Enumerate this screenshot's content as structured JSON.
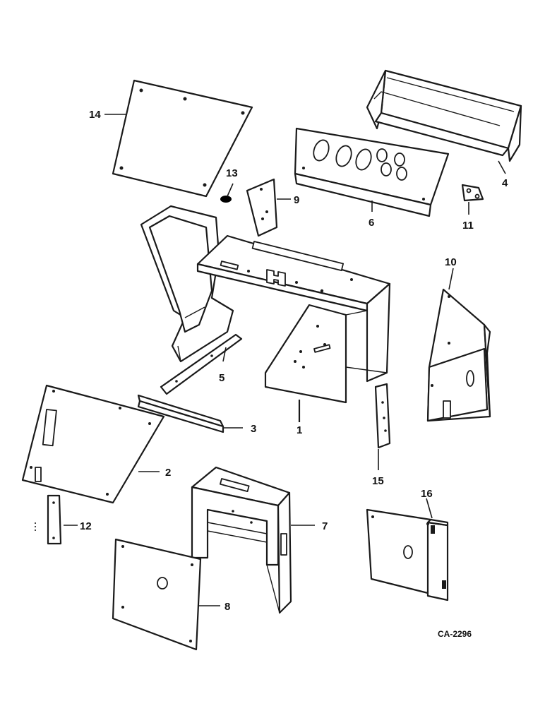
{
  "diagram": {
    "callouts": {
      "c1": "1",
      "c2": "2",
      "c3": "3",
      "c4": "4",
      "c5": "5",
      "c6": "6",
      "c7": "7",
      "c8": "8",
      "c9": "9",
      "c10": "10",
      "c11": "11",
      "c12": "12",
      "c13": "13",
      "c14": "14",
      "c15": "15",
      "c16": "16"
    },
    "drawing_code": "CA-2296"
  }
}
